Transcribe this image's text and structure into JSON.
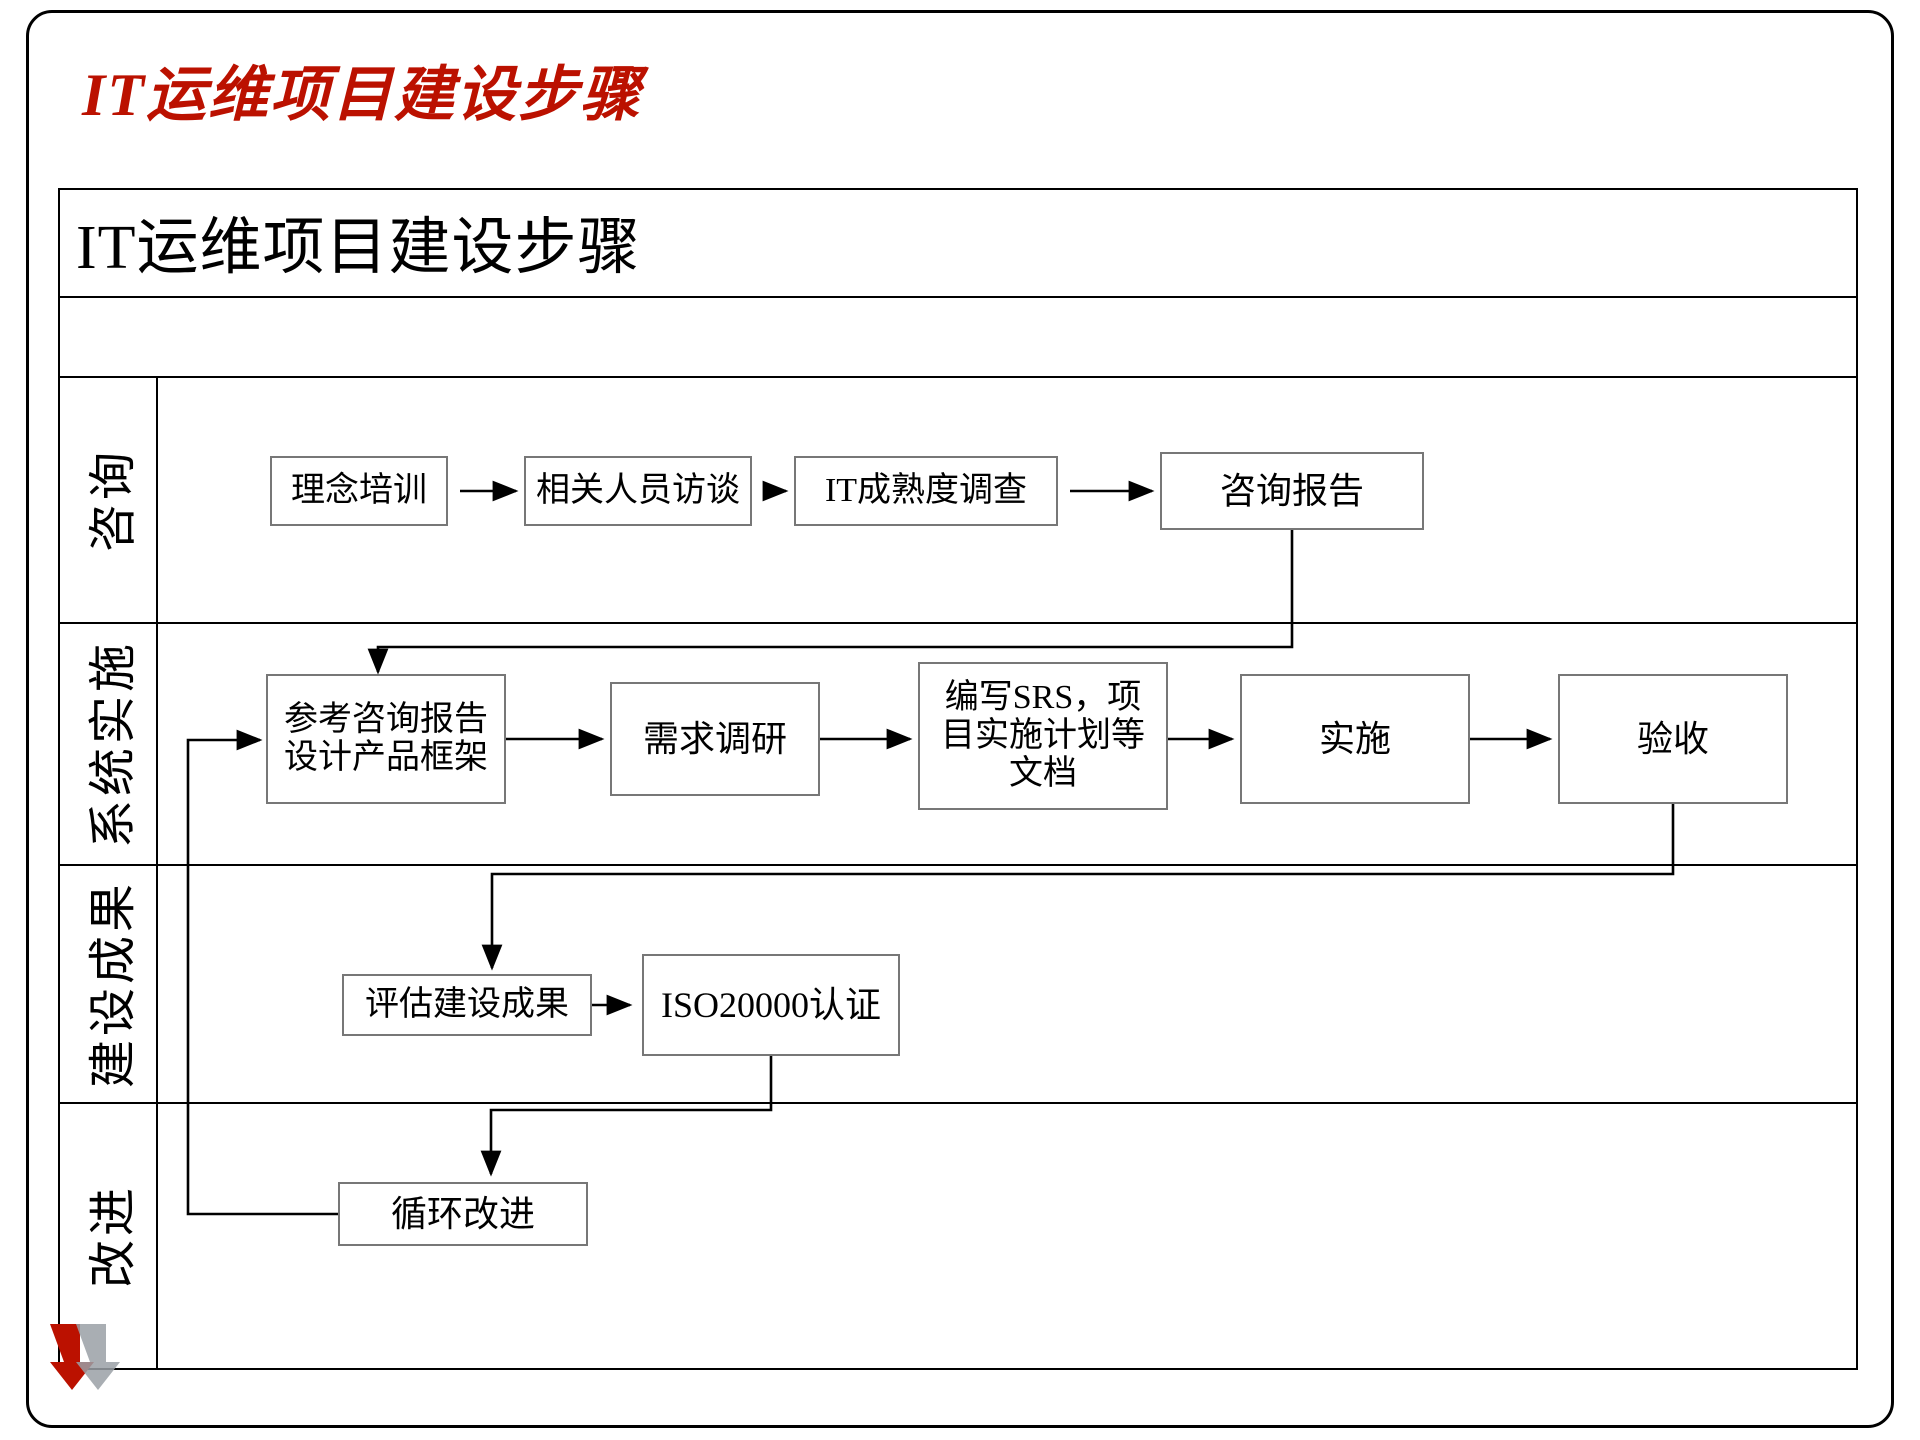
{
  "slide": {
    "title": "IT运维项目建设步骤",
    "title_color": "#BB1100"
  },
  "table": {
    "header": "IT运维项目建设步骤",
    "blank_row": ""
  },
  "chart_data": {
    "type": "diagram",
    "title": "IT运维项目建设步骤",
    "swimlanes": [
      {
        "label": "咨询",
        "nodes": [
          "理念培训",
          "相关人员访谈",
          "IT成熟度调查",
          "咨询报告"
        ]
      },
      {
        "label": "系统实施",
        "nodes": [
          "参考咨询报告设计产品框架",
          "需求调研",
          "编写SRS，项目实施计划等文档",
          "实施",
          "验收"
        ]
      },
      {
        "label": "建设成果",
        "nodes": [
          "评估建设成果",
          "ISO20000认证"
        ]
      },
      {
        "label": "改进",
        "nodes": [
          "循环改进"
        ]
      }
    ],
    "edges": [
      {
        "from": "理念培训",
        "to": "相关人员访谈"
      },
      {
        "from": "相关人员访谈",
        "to": "IT成熟度调查"
      },
      {
        "from": "IT成熟度调查",
        "to": "咨询报告"
      },
      {
        "from": "咨询报告",
        "to": "参考咨询报告设计产品框架"
      },
      {
        "from": "参考咨询报告设计产品框架",
        "to": "需求调研"
      },
      {
        "from": "需求调研",
        "to": "编写SRS，项目实施计划等文档"
      },
      {
        "from": "编写SRS，项目实施计划等文档",
        "to": "实施"
      },
      {
        "from": "实施",
        "to": "验收"
      },
      {
        "from": "验收",
        "to": "评估建设成果"
      },
      {
        "from": "评估建设成果",
        "to": "ISO20000认证"
      },
      {
        "from": "ISO20000认证",
        "to": "循环改进"
      },
      {
        "from": "循环改进",
        "to": "参考咨询报告设计产品框架"
      }
    ]
  },
  "lanes": {
    "consulting": {
      "label": "咨询",
      "n1": "理念培训",
      "n2": "相关人员访谈",
      "n3": "IT成熟度调查",
      "n4": "咨询报告"
    },
    "implementation": {
      "label": "系统实施",
      "n1_line1": "参考咨询报告",
      "n1_line2": "设计产品框架",
      "n2": "需求调研",
      "n3_line1": "编写SRS，项",
      "n3_line2": "目实施计划等",
      "n3_line3": "文档",
      "n4": "实施",
      "n5": "验收"
    },
    "results": {
      "label": "建设成果",
      "n1": "评估建设成果",
      "n2": "ISO20000认证"
    },
    "improvement": {
      "label": "改进",
      "n1": "循环改进"
    }
  }
}
